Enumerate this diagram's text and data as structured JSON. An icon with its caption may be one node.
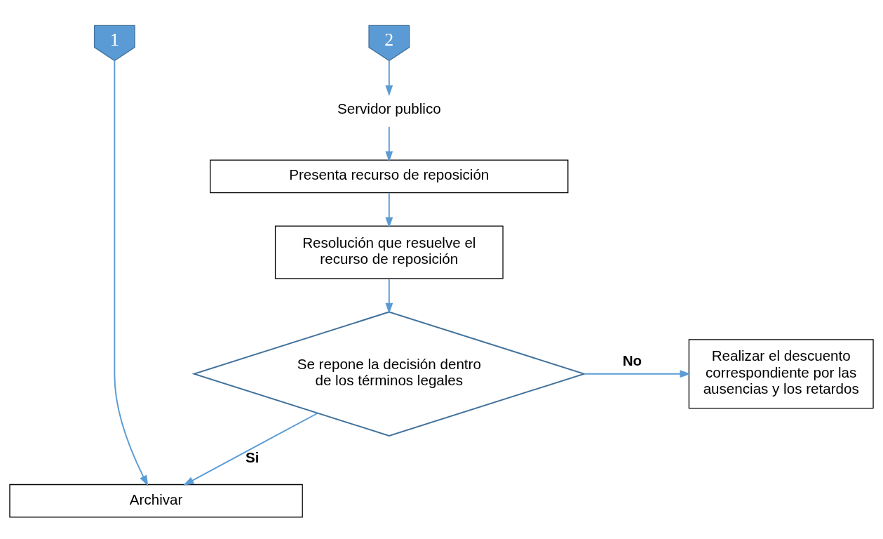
{
  "diagram": {
    "nodes": [
      {
        "text": [
          "1"
        ]
      },
      {
        "text": [
          "2"
        ]
      },
      {
        "text": [
          "Servidor publico"
        ]
      },
      {
        "text": [
          "Presenta recurso de reposición"
        ]
      },
      {
        "text": [
          "Resolución que resuelve el recurso de reposición"
        ]
      },
      {
        "text": [
          "Se repone la decisión dentro de los términos legales"
        ]
      },
      {
        "text": [
          "Realizar el descuento correspondiente por las ausencias y los retardos"
        ]
      },
      {
        "text": [
          "Archivar"
        ]
      }
    ],
    "edges": [
      {
        "from": 1,
        "to": 2,
        "arrow": "to"
      },
      {
        "from": 2,
        "to": 3,
        "arrow": "to"
      },
      {
        "from": 3,
        "to": 4,
        "arrow": "to"
      },
      {
        "from": 4,
        "to": 5,
        "arrow": "to"
      },
      {
        "from": 5,
        "to": 6,
        "arrow": "to",
        "label": "No"
      },
      {
        "from": 5,
        "to": 7,
        "arrow": "to",
        "label": "Si"
      },
      {
        "from": 0,
        "to": 7,
        "arrow": "to"
      }
    ]
  }
}
